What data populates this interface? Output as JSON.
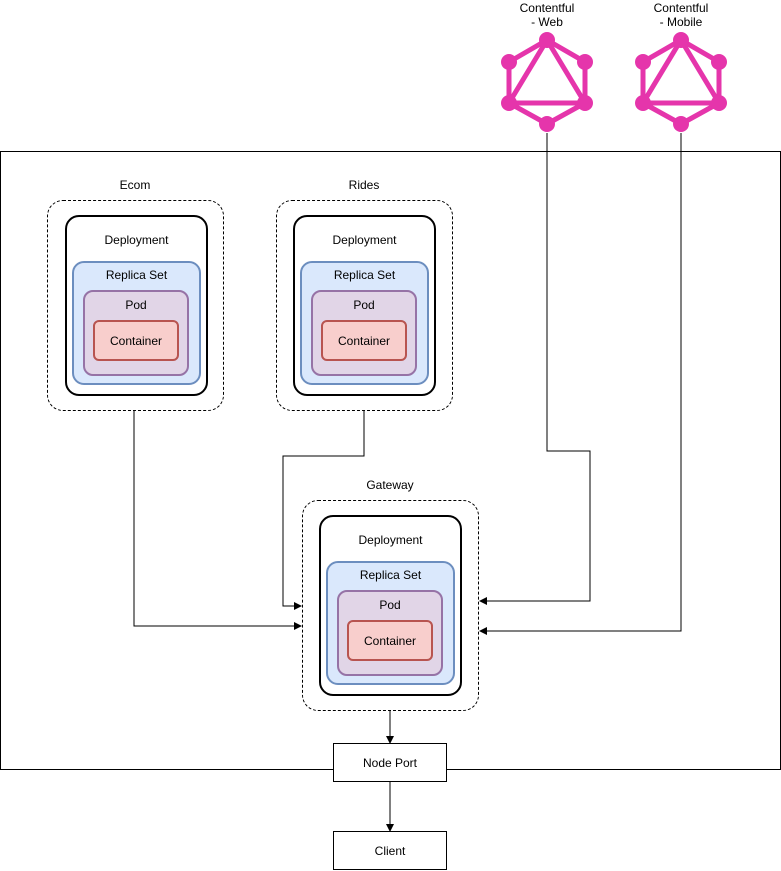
{
  "colors": {
    "graphql_icon": "#e535ab",
    "replica_fill": "#dae8fc",
    "replica_stroke": "#6c8ebf",
    "pod_fill": "#e1d5e7",
    "pod_stroke": "#9673a6",
    "container_fill": "#f8cecc",
    "container_stroke": "#b85450"
  },
  "sources": [
    {
      "label_line1": "Contentful",
      "label_line2": "- Web",
      "icon": "graphql-icon"
    },
    {
      "label_line1": "Contentful",
      "label_line2": "- Mobile",
      "icon": "graphql-icon"
    }
  ],
  "services": {
    "ecom": {
      "title": "Ecom",
      "deployment": "Deployment",
      "replica_set": "Replica Set",
      "pod": "Pod",
      "container": "Container"
    },
    "rides": {
      "title": "Rides",
      "deployment": "Deployment",
      "replica_set": "Replica Set",
      "pod": "Pod",
      "container": "Container"
    },
    "gateway": {
      "title": "Gateway",
      "deployment": "Deployment",
      "replica_set": "Replica Set",
      "pod": "Pod",
      "container": "Container"
    }
  },
  "node_port": "Node Port",
  "client": "Client"
}
